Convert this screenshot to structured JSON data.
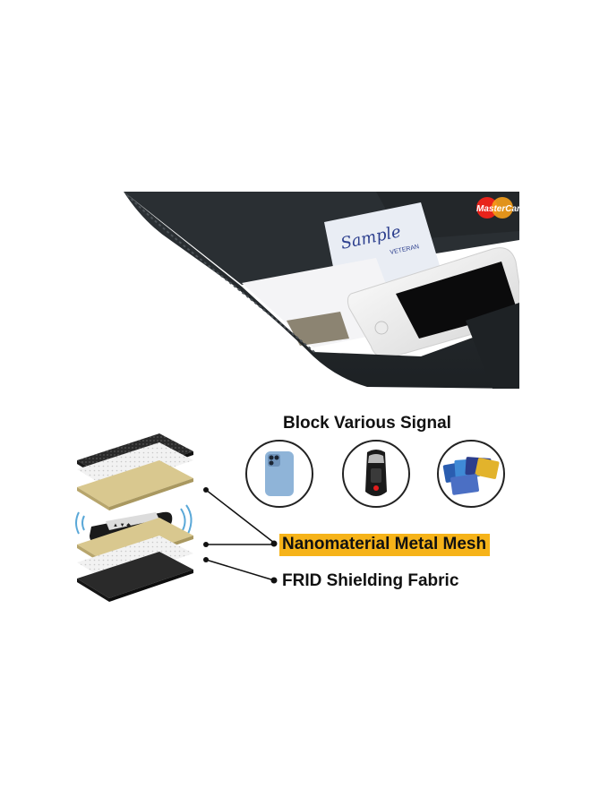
{
  "pouch_photo": {
    "card_brand": "MasterCard",
    "license_watermark": "Sample",
    "license_stamp": "VETERAN"
  },
  "signals": {
    "heading": "Block Various Signal",
    "icons": [
      "smartphone-icon",
      "car-key-fob-icon",
      "credit-cards-icon"
    ]
  },
  "layers": {
    "labels": [
      "Nanomaterial Metal Mesh",
      "FRID Shielding Fabric"
    ],
    "highlight_color": "#f6b319",
    "colors": {
      "outer_fabric": "#2a2a2a",
      "metal_mesh": "#d9c88f",
      "shielding_fabric": "#f2f2f2"
    }
  }
}
